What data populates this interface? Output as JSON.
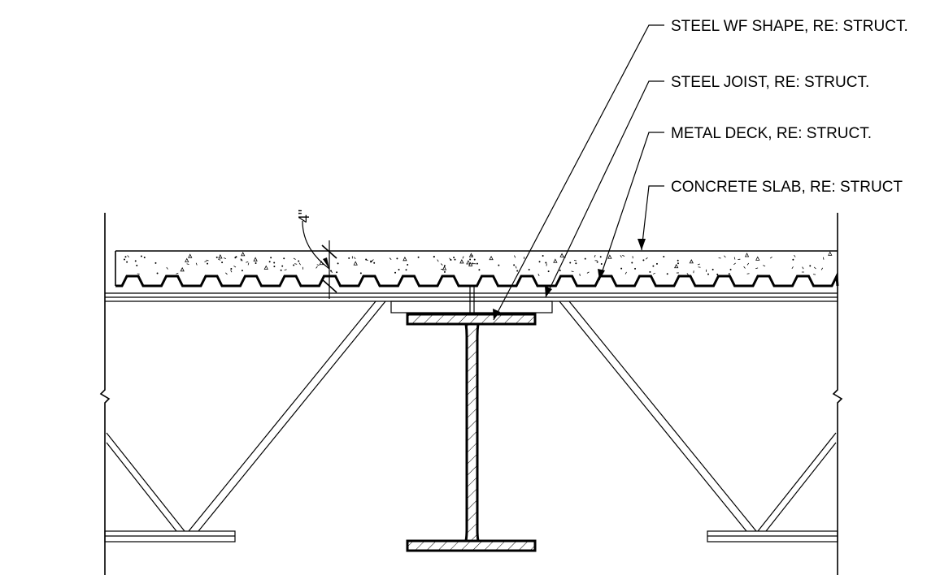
{
  "callouts": [
    {
      "id": "steel-wf-shape",
      "label": "STEEL WF SHAPE, RE: STRUCT."
    },
    {
      "id": "steel-joist",
      "label": "STEEL JOIST, RE: STRUCT."
    },
    {
      "id": "metal-deck",
      "label": "METAL DECK, RE: STRUCT."
    },
    {
      "id": "concrete-slab",
      "label": "CONCRETE SLAB, RE: STRUCT"
    }
  ],
  "dimension": {
    "label": "4\""
  },
  "colors": {
    "line": "#000000",
    "background": "#ffffff"
  }
}
